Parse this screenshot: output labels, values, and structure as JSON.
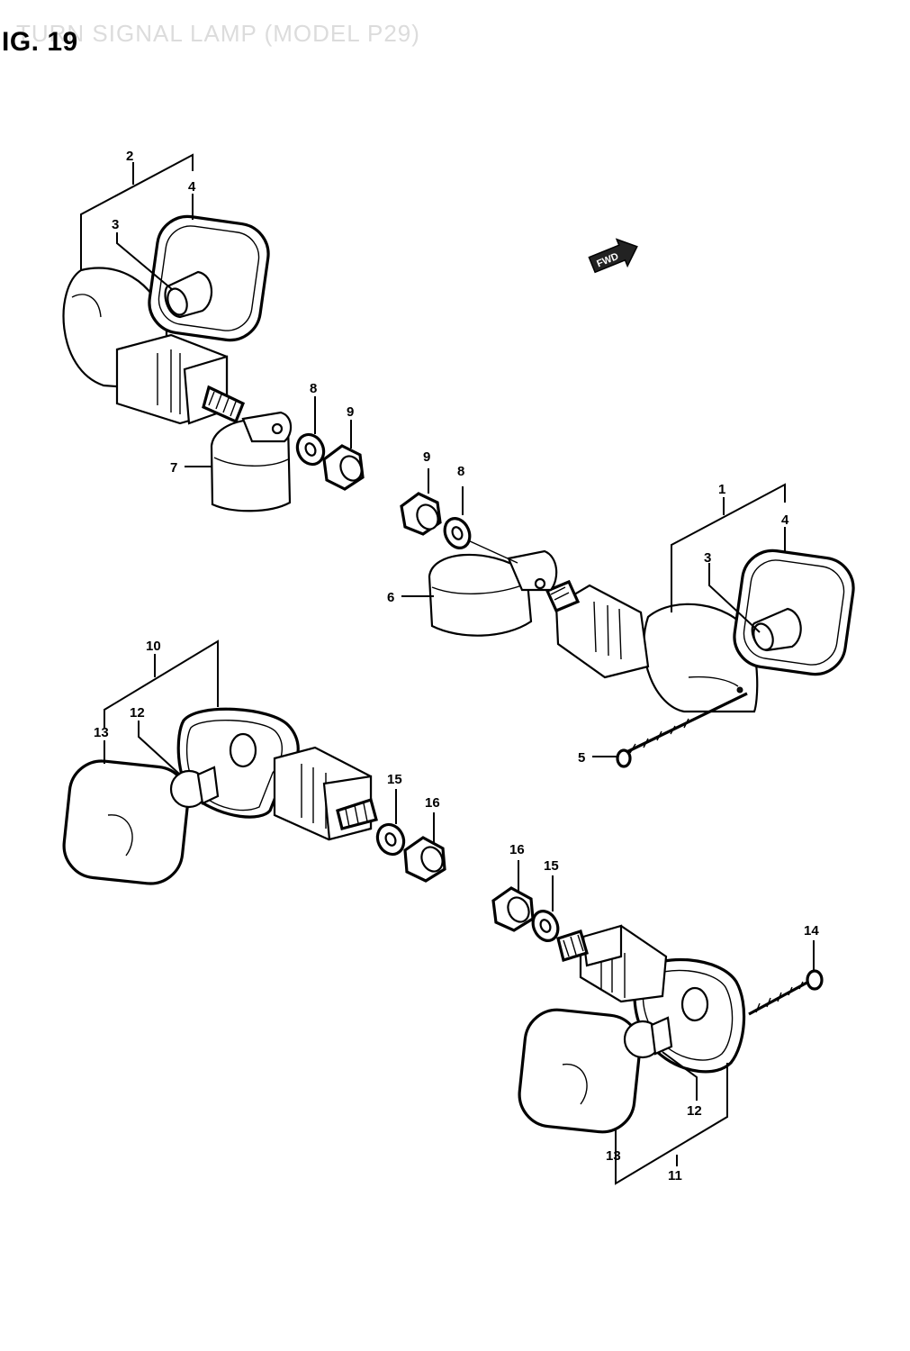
{
  "figure": {
    "label": "IG. 19",
    "faded_title": "TURN SIGNAL LAMP (MODEL P29)"
  },
  "direction_arrow": {
    "text": "FWD",
    "icon": "forward-arrow-icon"
  },
  "callouts": {
    "c1": "1",
    "c2": "2",
    "c3a": "3",
    "c3b": "3",
    "c4a": "4",
    "c4b": "4",
    "c5": "5",
    "c6": "6",
    "c7": "7",
    "c8a": "8",
    "c8b": "8",
    "c9a": "9",
    "c9b": "9",
    "c10": "10",
    "c11": "11",
    "c12a": "12",
    "c12b": "12",
    "c13a": "13",
    "c13b": "13",
    "c14": "14",
    "c15a": "15",
    "c15b": "15",
    "c16a": "16",
    "c16b": "16"
  },
  "colors": {
    "ink": "#000000",
    "paper": "#ffffff",
    "faded": "#dcdcdc"
  }
}
